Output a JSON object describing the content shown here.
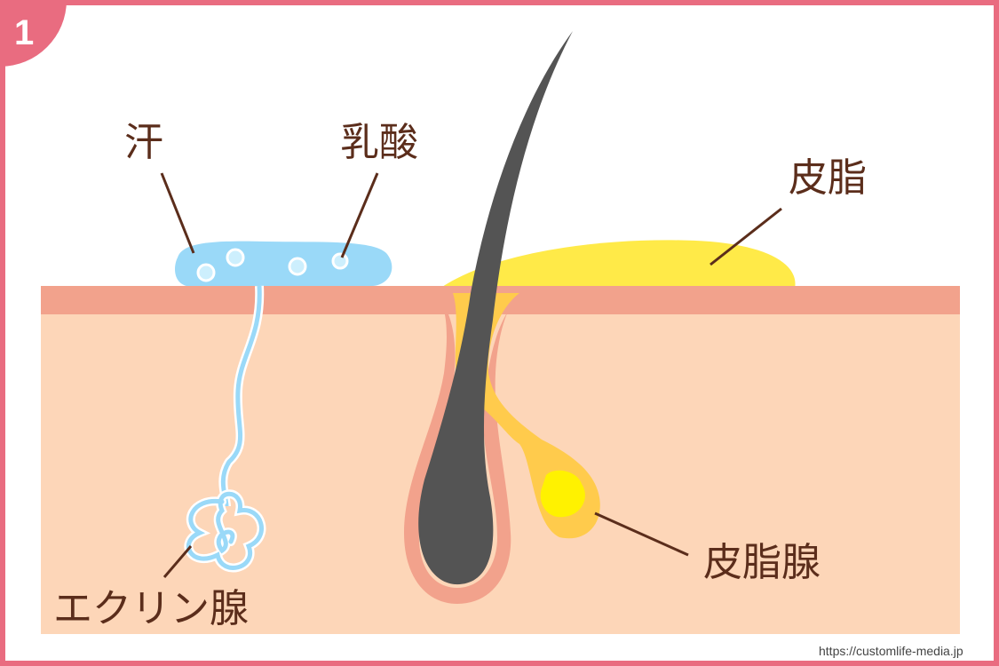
{
  "badge_number": "1",
  "labels": {
    "sweat": "汗",
    "lactic_acid": "乳酸",
    "sebum": "皮脂",
    "sebaceous_gland": "皮脂腺",
    "eccrine_gland": "エクリン腺"
  },
  "source_url": "https://customlife-media.jp",
  "colors": {
    "frame": "#e96c80",
    "epidermis": "#f2a28c",
    "dermis": "#fdd6b8",
    "hair": "#545454",
    "sebum": "#ffea48",
    "gland": "#ffcb4c",
    "sweat": "#9ad9f8",
    "text": "#5b2d1b"
  }
}
